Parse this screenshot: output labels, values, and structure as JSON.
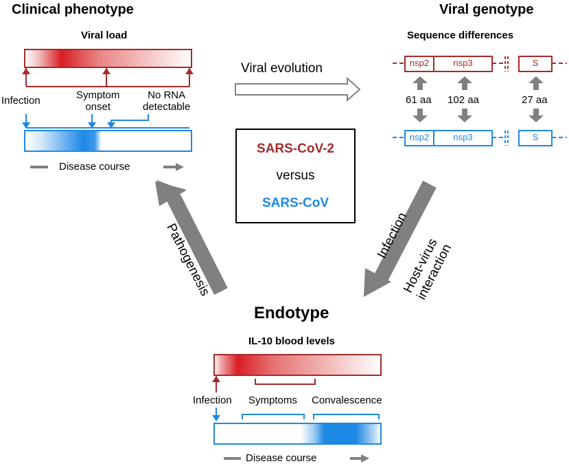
{
  "colors": {
    "red": "#a52a2a",
    "red_bright": "#d81e24",
    "blue": "#1e88e5",
    "grey": "#808080",
    "black": "#000000"
  },
  "clinical": {
    "title": "Clinical phenotype",
    "subtitle": "Viral load",
    "infection": "Infection",
    "symptom_line1": "Symptom",
    "symptom_line2": "onset",
    "norna_line1": "No RNA",
    "norna_line2": "detectable",
    "course": "Disease course"
  },
  "genotype": {
    "title": "Viral genotype",
    "subtitle": "Sequence differences",
    "genes": [
      "nsp2",
      "nsp3",
      "S"
    ],
    "diffs": [
      "61 aa",
      "102 aa",
      "27 aa"
    ]
  },
  "evolution_label": "Viral evolution",
  "center": {
    "virus1": "SARS-CoV-2",
    "versus": "versus",
    "virus2": "SARS-CoV"
  },
  "pathogenesis_label": "Pathogenesis",
  "infection_label": "Infection",
  "host_line1": "Host-virus",
  "host_line2": "interaction",
  "endotype": {
    "title": "Endotype",
    "subtitle": "IL-10 blood levels",
    "infection": "Infection",
    "symptoms": "Symptoms",
    "convalescence": "Convalescence",
    "course": "Disease course"
  }
}
